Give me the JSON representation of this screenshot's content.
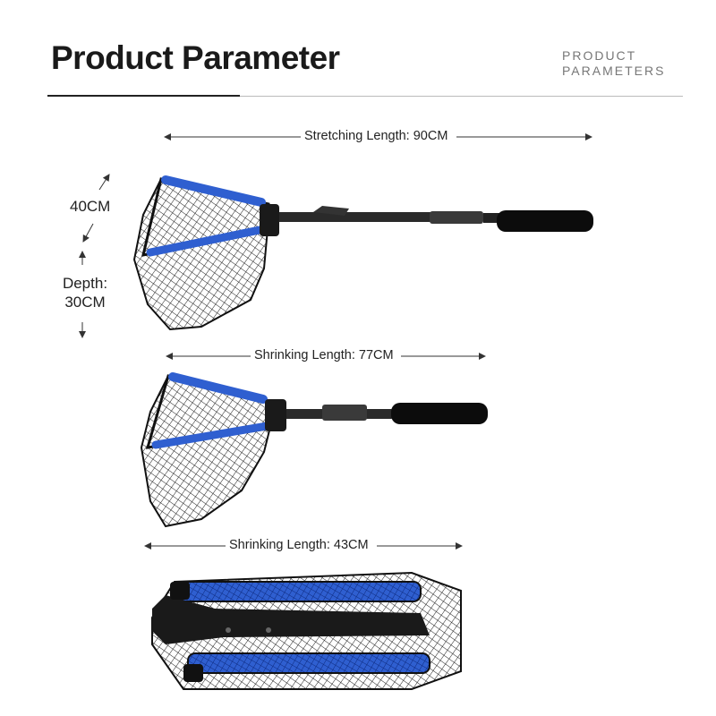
{
  "header": {
    "title": "Product Parameter",
    "subtitle_line1": "PRODUCT",
    "subtitle_line2": "PARAMETERS"
  },
  "dimensions": {
    "stretching_length": "Stretching Length: 90CM",
    "shrinking_length_1": "Shrinking Length: 77CM",
    "shrinking_length_2": "Shrinking Length: 43CM",
    "height": "40CM",
    "depth_label": "Depth:",
    "depth_value": "30CM"
  },
  "colors": {
    "accent_blue": "#2f5fd0",
    "frame_black": "#151515",
    "handle": "#0c0c0c"
  },
  "icons": [
    "landing-net-extended",
    "landing-net-shrunk",
    "landing-net-folded",
    "dimension-arrow"
  ]
}
